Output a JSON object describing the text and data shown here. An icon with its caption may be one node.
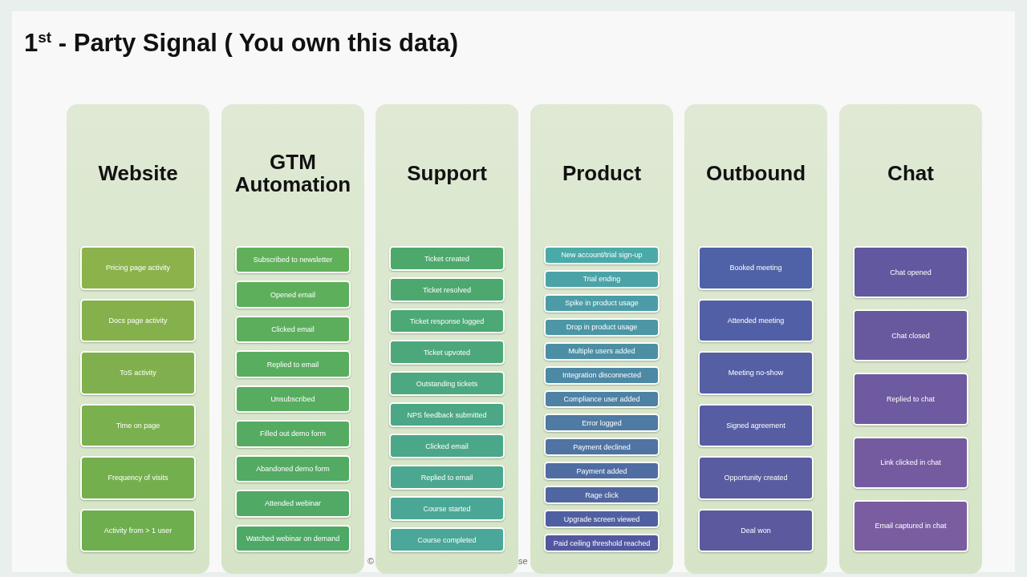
{
  "diagram": {
    "title": "1$^{st}$ - Party Signal ( You own this data)",
    "nodes": [
      {
        "text": [
          "Website"
        ]
      },
      {
        "text": [
          "Pricing page activity"
        ],
        "in": 0
      },
      {
        "text": [
          "Docs page activity"
        ],
        "in": 0
      },
      {
        "text": [
          "ToS activity"
        ],
        "in": 0
      },
      {
        "text": [
          "Time on page"
        ],
        "in": 0
      },
      {
        "text": [
          "Frequency of visits"
        ],
        "in": 0
      },
      {
        "text": [
          "Activity from > 1 user"
        ],
        "in": 0
      },
      {
        "text": [
          "GTM Automation"
        ]
      },
      {
        "text": [
          "Subscribed to newsletter"
        ],
        "in": 7
      },
      {
        "text": [
          "Opened email"
        ],
        "in": 7
      },
      {
        "text": [
          "Clicked email"
        ],
        "in": 7
      },
      {
        "text": [
          "Replied to email"
        ],
        "in": 7
      },
      {
        "text": [
          "Unsubscribed"
        ],
        "in": 7
      },
      {
        "text": [
          "Filled out demo form"
        ],
        "in": 7
      },
      {
        "text": [
          "Abandoned demo form"
        ],
        "in": 7
      },
      {
        "text": [
          "Attended webinar"
        ],
        "in": 7
      },
      {
        "text": [
          "Watched webinar on demand"
        ],
        "in": 7
      },
      {
        "text": [
          "Support"
        ]
      },
      {
        "text": [
          "Ticket created"
        ],
        "in": 17
      },
      {
        "text": [
          "Ticket resolved"
        ],
        "in": 17
      },
      {
        "text": [
          "Ticket response logged"
        ],
        "in": 17
      },
      {
        "text": [
          "Ticket upvoted"
        ],
        "in": 17
      },
      {
        "text": [
          "Outstanding tickets"
        ],
        "in": 17
      },
      {
        "text": [
          "NPS feedback submitted"
        ],
        "in": 17
      },
      {
        "text": [
          "Clicked email"
        ],
        "in": 17
      },
      {
        "text": [
          "Replied to email"
        ],
        "in": 17
      },
      {
        "text": [
          "Course started"
        ],
        "in": 17
      },
      {
        "text": [
          "Course completed"
        ],
        "in": 17
      },
      {
        "text": [
          "Product"
        ]
      },
      {
        "text": [
          "New account/trial sign-up"
        ],
        "in": 28
      },
      {
        "text": [
          "Trial ending"
        ],
        "in": 28
      },
      {
        "text": [
          "Spike in product usage"
        ],
        "in": 28
      },
      {
        "text": [
          "Drop in product usage"
        ],
        "in": 28
      },
      {
        "text": [
          "Multiple users added"
        ],
        "in": 28
      },
      {
        "text": [
          "Integration disconnected"
        ],
        "in": 28
      },
      {
        "text": [
          "Compliance user added"
        ],
        "in": 28
      },
      {
        "text": [
          "Error logged"
        ],
        "in": 28
      },
      {
        "text": [
          "Payment declined"
        ],
        "in": 28
      },
      {
        "text": [
          "Payment added"
        ],
        "in": 28
      },
      {
        "text": [
          "Rage click"
        ],
        "in": 28
      },
      {
        "text": [
          "Upgrade screen viewed"
        ],
        "in": 28
      },
      {
        "text": [
          "Paid ceiling threshold reached"
        ],
        "in": 28
      },
      {
        "text": [
          "Outbound"
        ]
      },
      {
        "text": [
          "Booked meeting"
        ],
        "in": 42
      },
      {
        "text": [
          "Attended meeting"
        ],
        "in": 42
      },
      {
        "text": [
          "Meeting no-show"
        ],
        "in": 42
      },
      {
        "text": [
          "Signed agreement"
        ],
        "in": 42
      },
      {
        "text": [
          "Opportunity created"
        ],
        "in": 42
      },
      {
        "text": [
          "Deal won"
        ],
        "in": 42
      },
      {
        "text": [
          "Chat"
        ]
      },
      {
        "text": [
          "Chat opened"
        ],
        "in": 49
      },
      {
        "text": [
          "Chat closed"
        ],
        "in": 49
      },
      {
        "text": [
          "Replied to chat"
        ],
        "in": 49
      },
      {
        "text": [
          "Link clicked in chat"
        ],
        "in": 49
      },
      {
        "text": [
          "Email captured in chat"
        ],
        "in": 49
      }
    ],
    "labels": [
      "©",
      "se"
    ]
  }
}
